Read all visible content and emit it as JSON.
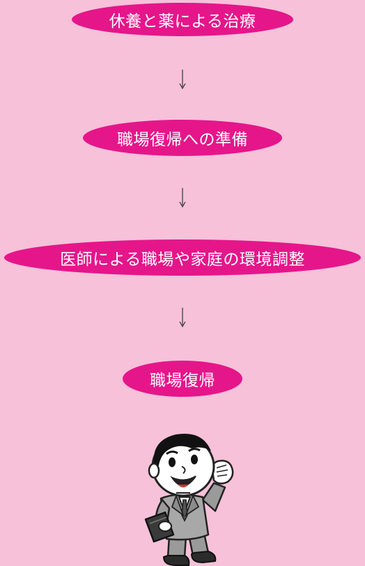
{
  "steps": [
    {
      "label": "休養と薬による治療"
    },
    {
      "label": "職場復帰への準備"
    },
    {
      "label": "医師による職場や家庭の環境調整"
    },
    {
      "label": "職場復帰"
    }
  ],
  "colors": {
    "background": "#f6c1d9",
    "step_fill": "#e5168a",
    "step_text": "#ffffff",
    "arrow": "#333333"
  },
  "illustration": {
    "icon": "businessman-fist-pump-icon"
  }
}
